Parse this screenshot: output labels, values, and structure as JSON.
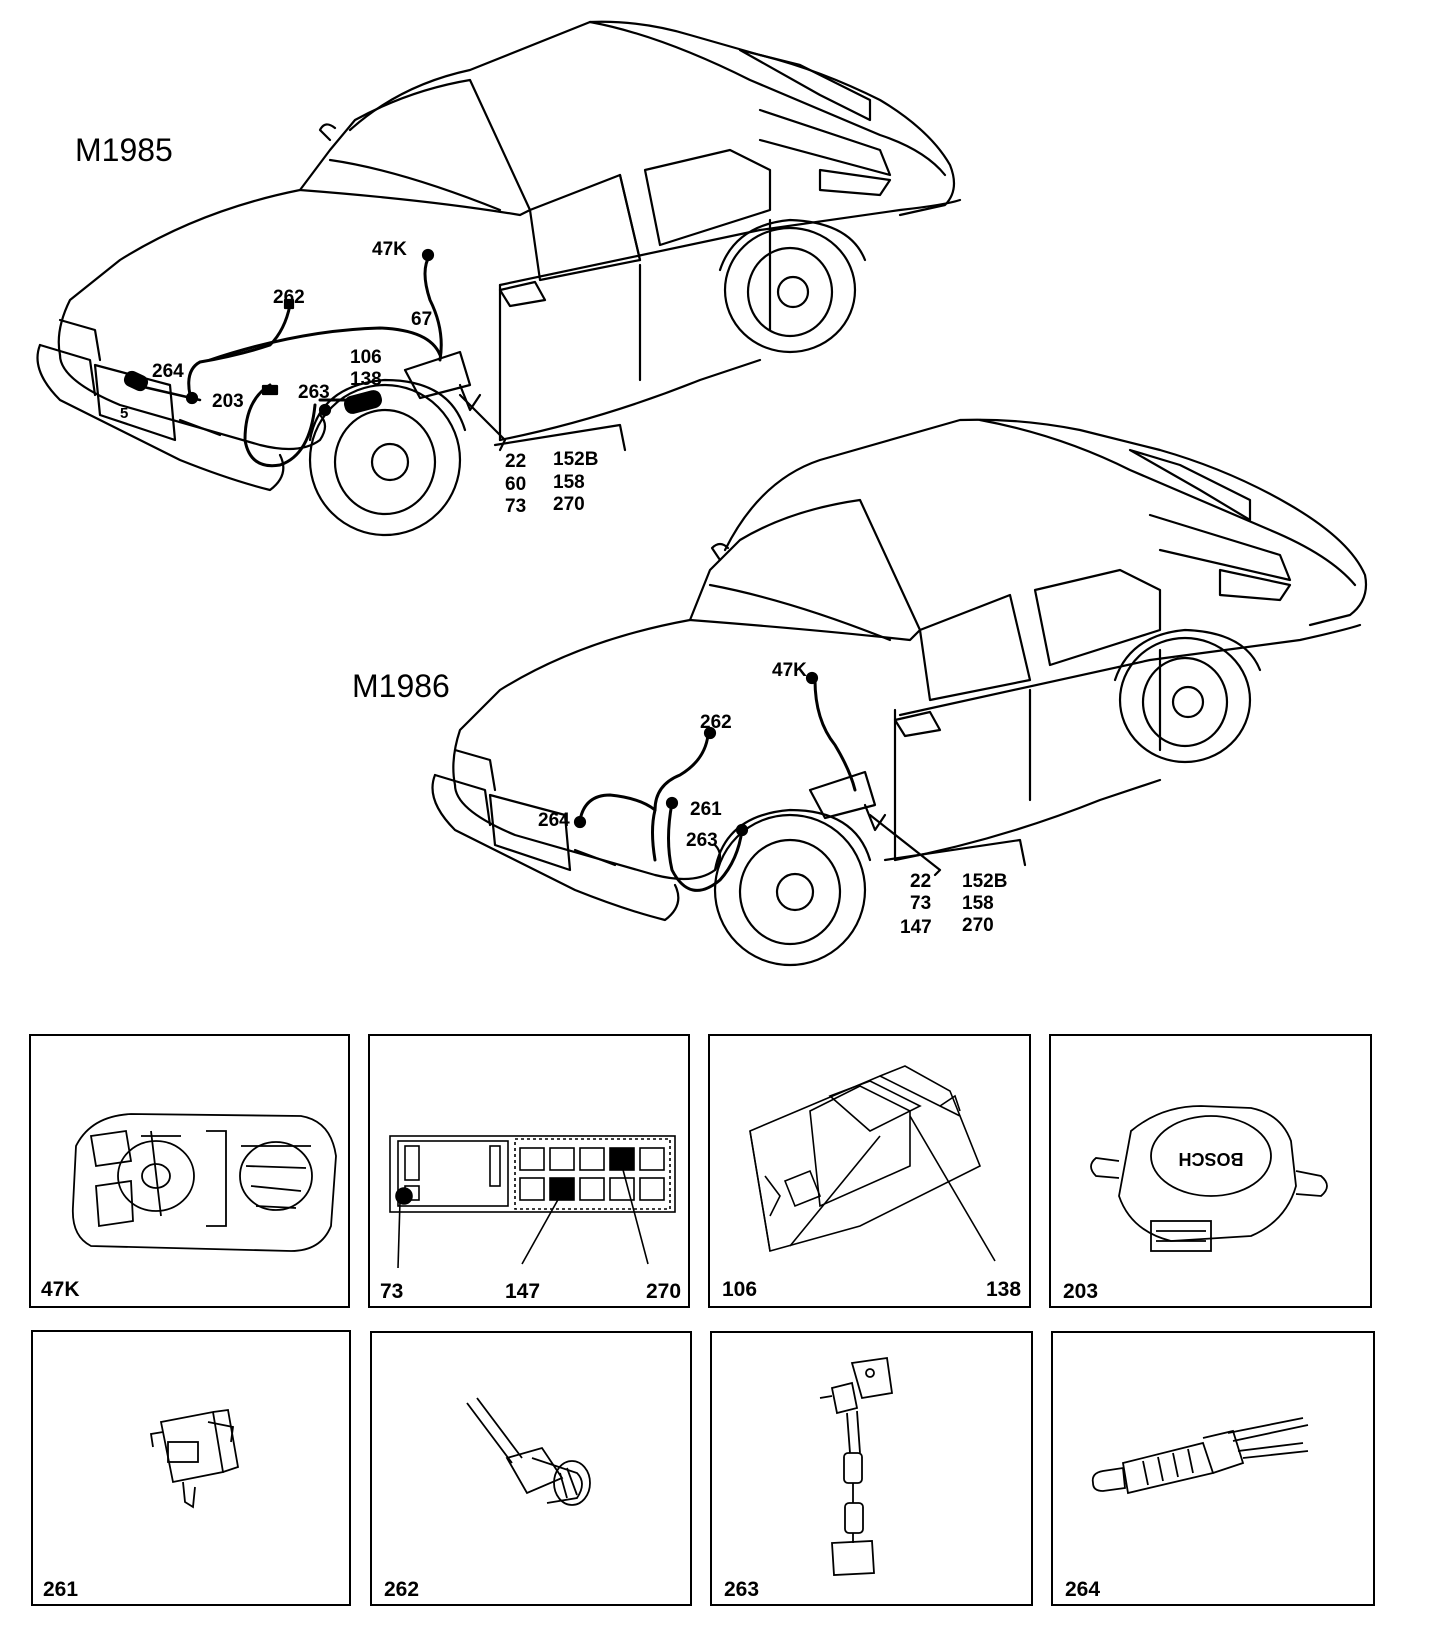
{
  "models": {
    "m1985": {
      "title": "M1985",
      "callouts": {
        "c47k": "47K",
        "c262": "262",
        "c67": "67",
        "c264": "264",
        "c106": "106",
        "c138": "138",
        "c203": "203",
        "c263": "263",
        "c5": "5",
        "group": [
          "22",
          "152B",
          "60",
          "158",
          "73",
          "270"
        ]
      }
    },
    "m1986": {
      "title": "M1986",
      "callouts": {
        "c47k": "47K",
        "c262": "262",
        "c264": "264",
        "c261": "261",
        "c263": "263",
        "group": [
          "22",
          "152B",
          "73",
          "158",
          "147",
          "270"
        ]
      }
    }
  },
  "panels": [
    {
      "id": "47k",
      "labels": [
        "47K"
      ]
    },
    {
      "id": "fusebox",
      "labels": [
        "73",
        "147",
        "270"
      ]
    },
    {
      "id": "relay",
      "labels": [
        "106",
        "138"
      ]
    },
    {
      "id": "203",
      "labels": [
        "203"
      ],
      "brand_text": "BOSCH"
    },
    {
      "id": "261",
      "labels": [
        "261"
      ]
    },
    {
      "id": "262",
      "labels": [
        "262"
      ]
    },
    {
      "id": "263",
      "labels": [
        "263"
      ]
    },
    {
      "id": "264",
      "labels": [
        "264"
      ]
    }
  ]
}
